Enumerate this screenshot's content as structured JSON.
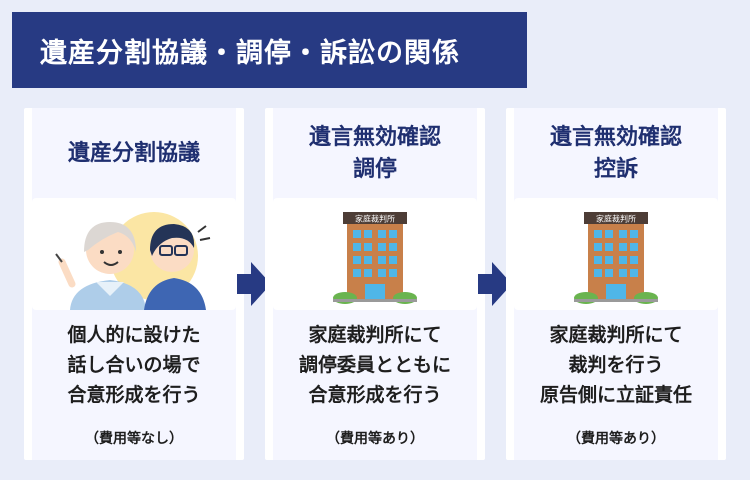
{
  "header": {
    "title": "遺産分割協議・調停・訴訟の関係"
  },
  "cards": [
    {
      "title_lines": [
        "遺産分割協議"
      ],
      "illustration": "two-people-talking-icon",
      "desc_lines": [
        "個人的に設けた",
        "話し合いの場で",
        "合意形成を行う"
      ],
      "note": "（費用等なし）"
    },
    {
      "title_lines": [
        "遺言無効確認",
        "調停"
      ],
      "illustration": "court-building-icon",
      "sign": "家庭裁判所",
      "desc_lines": [
        "家庭裁判所にて",
        "調停委員とともに",
        "合意形成を行う"
      ],
      "note": "（費用等あり）"
    },
    {
      "title_lines": [
        "遺言無効確認",
        "控訴"
      ],
      "illustration": "court-building-icon",
      "sign": "家庭裁判所",
      "desc_lines": [
        "家庭裁判所にて",
        "裁判を行う",
        "原告側に立証責任"
      ],
      "note": "（費用等あり）"
    }
  ],
  "colors": {
    "header_bg": "#273a83",
    "title_text": "#1f2f70",
    "arrow": "#273a83",
    "frame_bg": "#e9edf9"
  }
}
